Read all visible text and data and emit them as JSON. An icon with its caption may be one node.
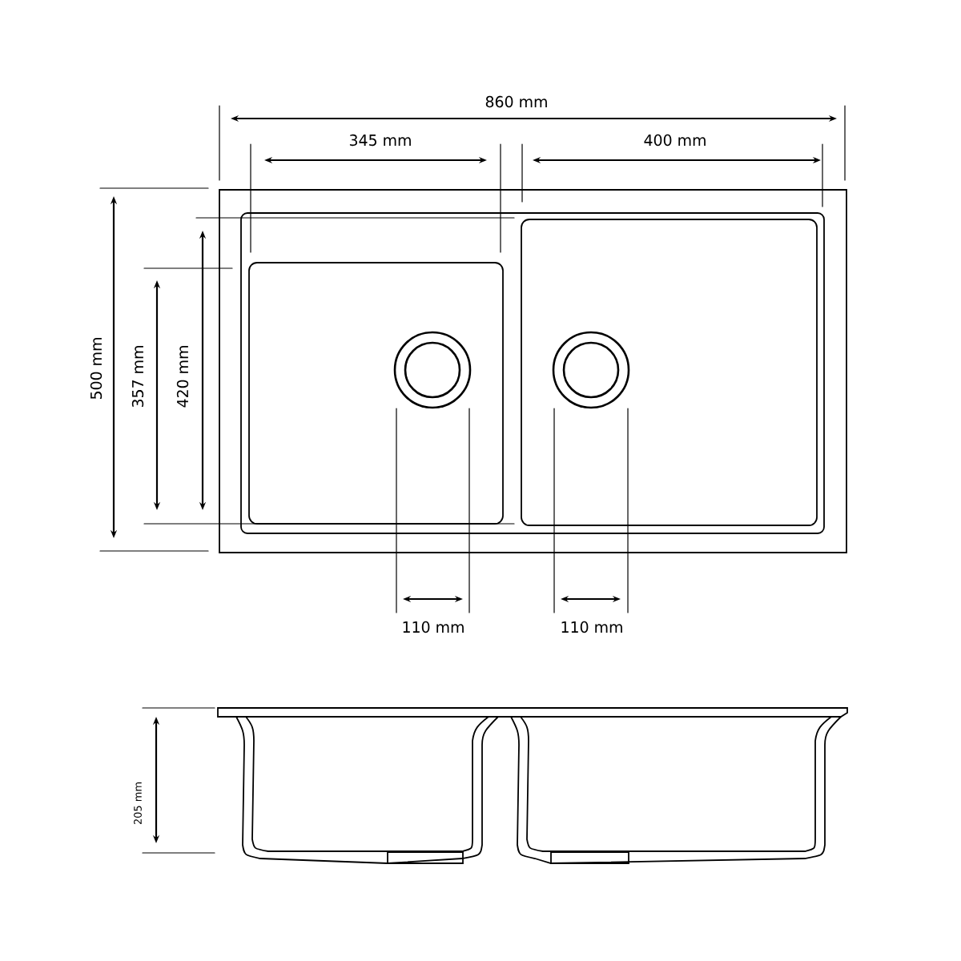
{
  "diagram": {
    "labels": [
      "860 mm",
      "345 mm",
      "400 mm",
      "500 mm",
      "357 mm",
      "420 mm",
      "110 mm",
      "110 mm",
      "205 mm"
    ]
  }
}
